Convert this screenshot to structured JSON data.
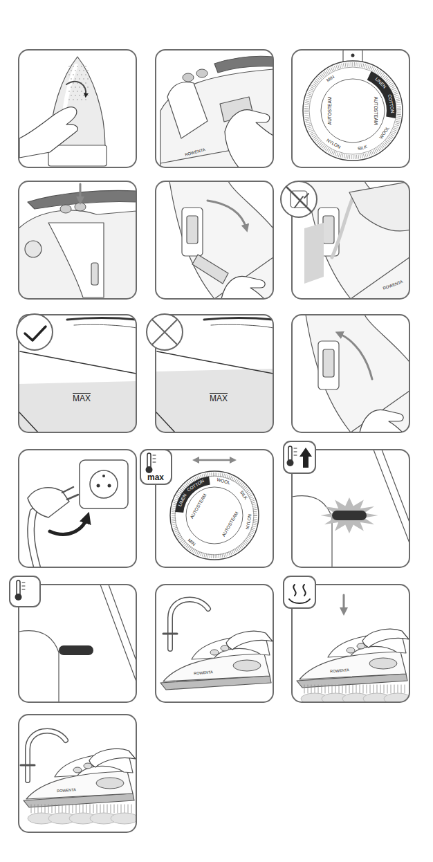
{
  "diagram": {
    "labels": [
      "ROWENTA",
      "MIN",
      "LINEN",
      "COTTON",
      "WOOL",
      "SILK",
      "NYLON",
      "AUTOSTEAM",
      "AUTOSTEAM",
      "ROWENTA",
      "MAX",
      "MAX",
      "max",
      "LINEN",
      "COTTON",
      "WOOL",
      "SILK",
      "NYLON",
      "MIN",
      "AUTOSTEAM",
      "AUTOSTEAM",
      "ROWENTA",
      "ROWENTA",
      "ROWENTA"
    ]
  }
}
